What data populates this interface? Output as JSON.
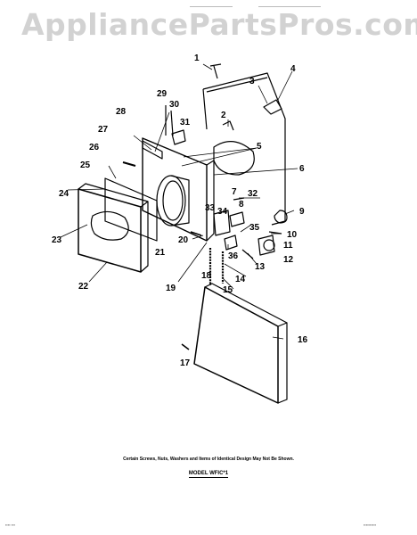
{
  "watermark": "AppliancePartsPros.com",
  "footer": {
    "note": "Certain Screws, Nuts, Washers and Items of Identical Design May Not Be Shown.",
    "model": "MODEL WFIC*1"
  },
  "callouts": [
    "1",
    "2",
    "3",
    "4",
    "5",
    "6",
    "7",
    "8",
    "9",
    "10",
    "11",
    "12",
    "13",
    "14",
    "15",
    "16",
    "17",
    "18",
    "19",
    "20",
    "21",
    "22",
    "23",
    "24",
    "25",
    "26",
    "27",
    "28",
    "29",
    "30",
    "31",
    "32",
    "33",
    "34",
    "35",
    "36"
  ],
  "colors": {
    "ink": "#000000",
    "watermark": "#d2d2d2"
  }
}
